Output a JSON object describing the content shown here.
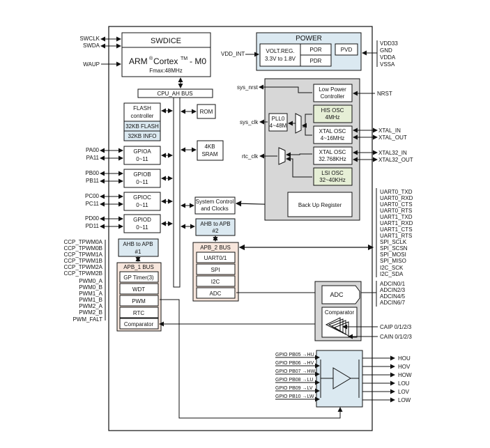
{
  "core": {
    "swdice": "SWDICE",
    "arm": "ARM",
    "reg": "®",
    "cortex": "Cortex",
    "tm": "TM",
    "m0": "- M0",
    "fmax": "Fmax:48MHz",
    "cpu_bus": "CPU_AH BUS"
  },
  "power": {
    "title": "POWER",
    "volt": "VOLT.REG.",
    "volt_range": "3.3V to 1.8V",
    "por": "POR",
    "pdr": "PDR",
    "pvd": "PVD",
    "vdd_int": "VDD_INT"
  },
  "memory": {
    "flash_ctrl_1": "FLASH",
    "flash_ctrl_2": "controller",
    "flash_32k": "32KB FLASH",
    "info_32k": "32KB INFO",
    "rom": "ROM",
    "sram_1": "4KB",
    "sram_2": "SRAM"
  },
  "gpio": [
    {
      "name": "GPIOA",
      "range": "0~11"
    },
    {
      "name": "GPIOB",
      "range": "0~11"
    },
    {
      "name": "GPIOC",
      "range": "0~11"
    },
    {
      "name": "GPIOD",
      "range": "0~11"
    }
  ],
  "clock": {
    "low_power_1": "Low Power",
    "low_power_2": "Controller",
    "his_1": "HIS OSC",
    "his_2": "4MHz",
    "xtal_1": "XTAL OSC",
    "xtal_2": "4~16MHz",
    "xtal32_1": "XTAL OSC",
    "xtal32_2": "32.768KHz",
    "lsi_1": "LSI OSC",
    "lsi_2": "32~40KHz",
    "pll_1": "PLL0",
    "pll_2": "4~48M",
    "sys_nrst": "sys_nrst",
    "sys_clk": "sys_clk",
    "rtc_clk": "rtc_clk",
    "backup": "Back Up Register"
  },
  "sys_ctrl": {
    "l1": "System Control",
    "l2": "and Clocks"
  },
  "bridges": {
    "ahb_apb2_1": "AHB to APB",
    "ahb_apb2_2": "#2",
    "ahb_apb1_1": "AHB to APB",
    "ahb_apb1_2": "#1"
  },
  "apb2": {
    "title": "APB_2 BUS",
    "items": [
      "UART0/1",
      "SPI",
      "I2C",
      "ADC"
    ]
  },
  "apb1": {
    "title": "APB_1 BUS",
    "items": [
      "GP Timer(3)",
      "WDT",
      "PWM",
      "RTC",
      "Comparator"
    ]
  },
  "analog": {
    "adc": "ADC",
    "comparator": "Comparator",
    "caip": "CAIP 0/1/2/3",
    "cain": "CAIN 0/1/2/3"
  },
  "left_pins": {
    "swclk": "SWCLK",
    "swda": "SWDA",
    "waup": "WAUP",
    "pa_1": "PA00",
    "pa_2": "PA11",
    "pb_1": "PB00",
    "pb_2": "PB11",
    "pc_1": "PC00",
    "pc_2": "PC11",
    "pd_1": "PD00",
    "pd_2": "PD11",
    "ccp": [
      "CCP_TPWM0A",
      "CCP_TPWM0B",
      "CCP_TPWM1A",
      "CCP_TPWM1B",
      "CCP_TPWM2A",
      "CCP_TPWM2B"
    ],
    "pwm": [
      "PWM0_A",
      "PWM0_B",
      "PWM1_A",
      "PWM1_B",
      "PWM2_A",
      "PWM2_B",
      "PWM_FALT"
    ]
  },
  "right_pins": {
    "power": [
      "VDD33",
      "GND",
      "VDDA",
      "VSSA"
    ],
    "nrst": "NRST",
    "xtal": [
      "XTAL_IN",
      "XTAL_OUT"
    ],
    "xtal32": [
      "XTAL32_IN",
      "XTAL32_OUT"
    ],
    "uart0": [
      "UART0_TXD",
      "UART0_RXD",
      "UART0_CTS",
      "UART0_RTS"
    ],
    "uart1": [
      "UART1_TXD",
      "UART1_RXD",
      "UART1_CTS",
      "UART1_RTS"
    ],
    "spi": [
      "SPI_SCLK",
      "SPI_SCSN",
      "SPI_MOSI",
      "SPI_MISO"
    ],
    "i2c": [
      "I2C_SCK",
      "I2C_SDA"
    ],
    "adcin": [
      "ADCIN0/1",
      "ADCIN2/3",
      "ADCIN4/5",
      "ADCIN6/7"
    ]
  },
  "driver": {
    "inputs": [
      "GPIO PB05 →HU",
      "GPIO PB06 →HV",
      "GPIO PB07 →HW",
      "GPIO PB08 →LU",
      "GPIO PB09 →LV",
      "GPIO PB10 →LW"
    ],
    "outputs": [
      "HOU",
      "HOV",
      "HOW",
      "LOU",
      "LOV",
      "LOW"
    ]
  },
  "colors": {
    "blue": "#dbe9f1",
    "green": "#e6efd6",
    "gray": "#d7d7d7",
    "pink": "#f7e6dc"
  }
}
